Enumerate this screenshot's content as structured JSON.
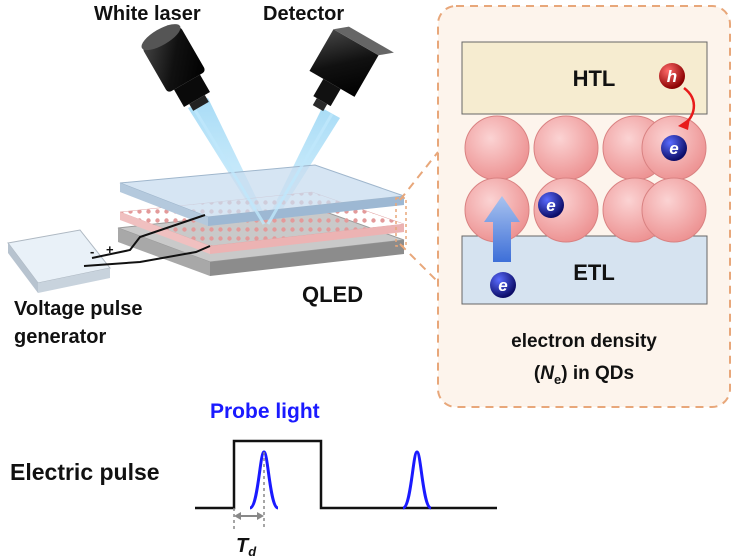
{
  "labels": {
    "white_laser": "White laser",
    "detector": "Detector",
    "voltage_pulse_generator": "Voltage pulse\ngenerator",
    "qled": "QLED",
    "htl": "HTL",
    "etl": "ETL",
    "hole_symbol": "h",
    "electron_symbol": "e",
    "electron_density_line1": "electron density",
    "electron_density_ne": "N",
    "electron_density_sub": "e",
    "electron_density_tail": ") in QDs",
    "electron_density_open": "(",
    "probe_light": "Probe light",
    "electric_pulse": "Electric pulse",
    "td_main": "T",
    "td_sub": "d",
    "minus": "-",
    "plus": "+"
  },
  "colors": {
    "probe": "#1a1aff",
    "htl_fill": "#f6ecd0",
    "etl_fill": "#d6e3f0",
    "qd_fill": "#f2a3a3",
    "hole": "#cc1111",
    "electron": "#1a1a9a",
    "inset_border": "#e8a77a",
    "inset_bg": "#fdf4ec",
    "arrow_blue": "#3d6fd8"
  }
}
